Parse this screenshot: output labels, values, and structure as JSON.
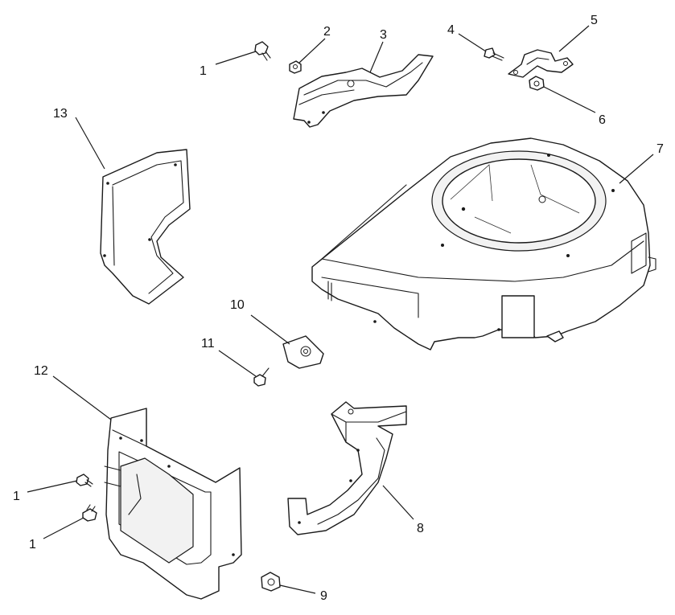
{
  "diagram": {
    "callouts": [
      {
        "id": "c1a",
        "label": "1"
      },
      {
        "id": "c2",
        "label": "2"
      },
      {
        "id": "c3",
        "label": "3"
      },
      {
        "id": "c4",
        "label": "4"
      },
      {
        "id": "c5",
        "label": "5"
      },
      {
        "id": "c6",
        "label": "6"
      },
      {
        "id": "c7",
        "label": "7"
      },
      {
        "id": "c8",
        "label": "8"
      },
      {
        "id": "c9",
        "label": "9"
      },
      {
        "id": "c10",
        "label": "10"
      },
      {
        "id": "c11",
        "label": "11"
      },
      {
        "id": "c12",
        "label": "12"
      },
      {
        "id": "c13",
        "label": "13"
      },
      {
        "id": "c1b",
        "label": "1"
      },
      {
        "id": "c1c",
        "label": "1"
      }
    ]
  },
  "colors": {
    "line": "#1a1a1a",
    "background": "#ffffff"
  }
}
